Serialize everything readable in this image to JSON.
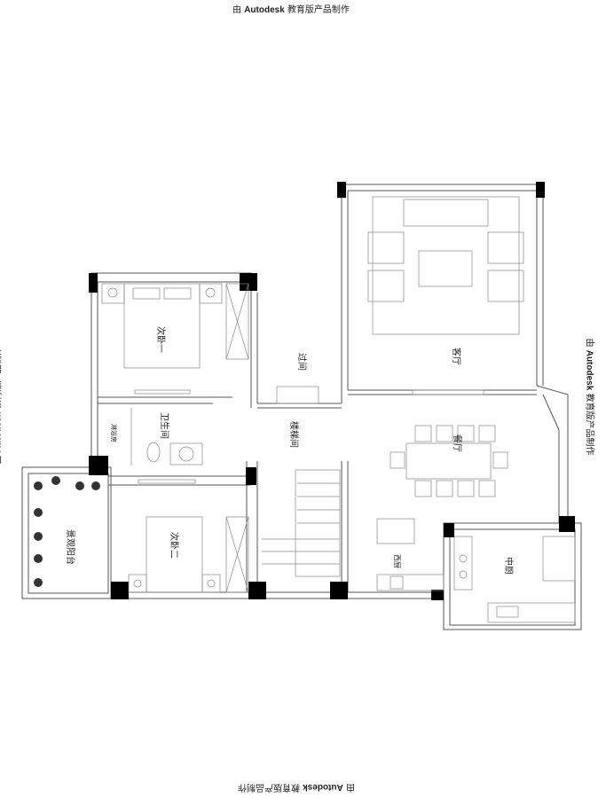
{
  "watermark": {
    "prefix": "由",
    "brand": "Autodesk",
    "suffix": "教育版产品制作"
  },
  "rooms": {
    "bedroom1": "次卧一",
    "corridor": "过间",
    "living_room": "客厅",
    "bathroom": "卫生间",
    "shower": "淋浴房",
    "stairwell": "楼梯间",
    "dining_room": "餐厅",
    "balcony": "景观阳台",
    "bedroom2": "次卧二",
    "western_kitchen": "西厨",
    "chinese_kitchen": "中厨"
  }
}
